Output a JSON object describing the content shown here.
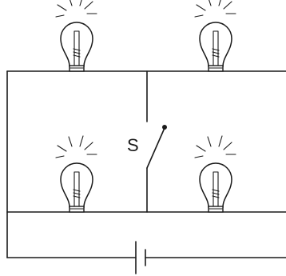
{
  "diagram": {
    "switch_label": "S",
    "bulbs": [
      {
        "id": "top-left",
        "lit": true
      },
      {
        "id": "top-right",
        "lit": true
      },
      {
        "id": "bottom-left",
        "lit": true
      },
      {
        "id": "bottom-right",
        "lit": true
      }
    ],
    "switch_state": "open",
    "source": "battery",
    "colors": {
      "ink": "#1a1a1a",
      "background": "#ffffff"
    }
  }
}
